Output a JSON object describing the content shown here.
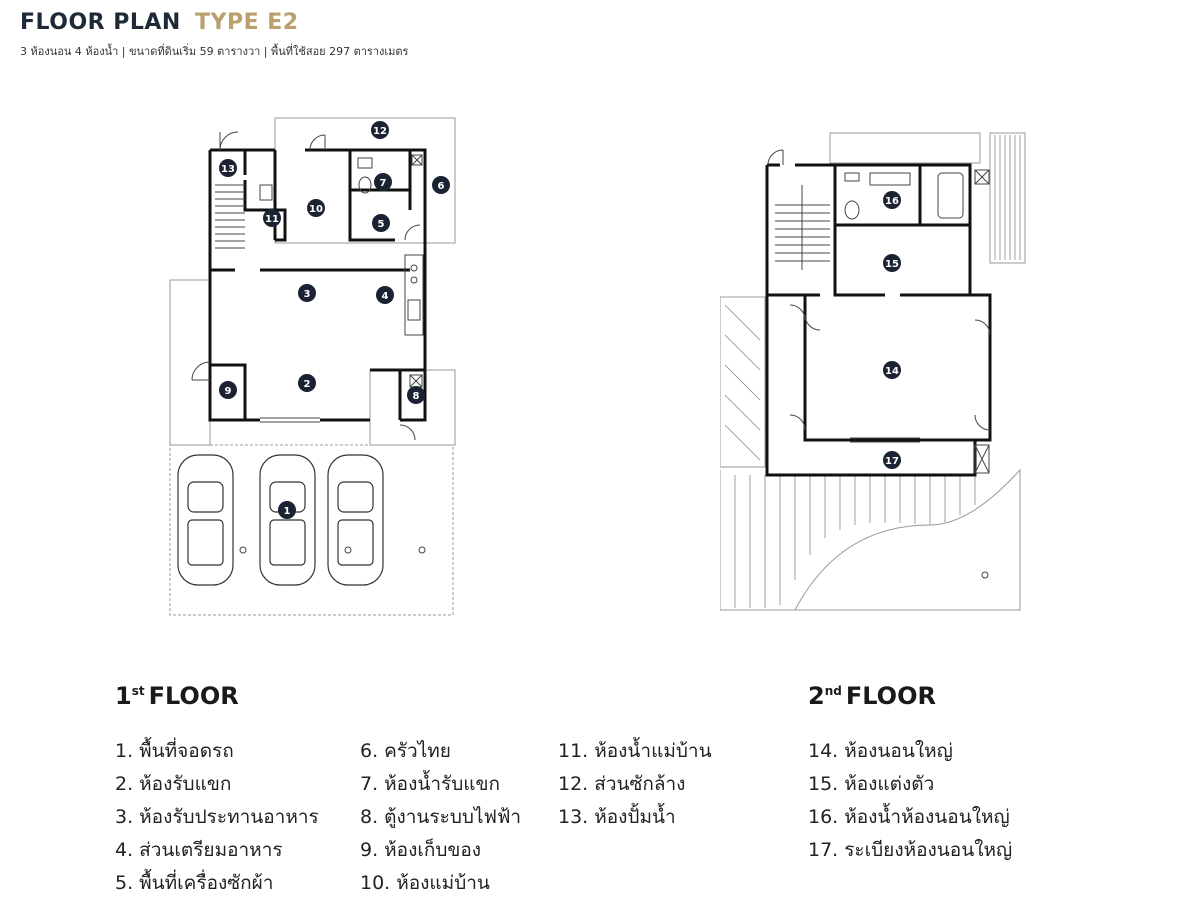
{
  "header": {
    "title_main": "FLOOR PLAN",
    "title_type": "TYPE E2",
    "subtitle": "3 ห้องนอน 4 ห้องน้ำ  |  ขนาดที่ดินเริ่ม 59 ตารางวา  |  พื้นที่ใช้สอย 297 ตารางเมตร"
  },
  "floors": {
    "first": {
      "label_num": "1",
      "label_sup": "st",
      "label_text": "FLOOR"
    },
    "second": {
      "label_num": "2",
      "label_sup": "nd",
      "label_text": "FLOOR"
    }
  },
  "markers": {
    "m1": "1",
    "m2": "2",
    "m3": "3",
    "m4": "4",
    "m5": "5",
    "m6": "6",
    "m7": "7",
    "m8": "8",
    "m9": "9",
    "m10": "10",
    "m11": "11",
    "m12": "12",
    "m13": "13",
    "m14": "14",
    "m15": "15",
    "m16": "16",
    "m17": "17"
  },
  "legend": {
    "col1": [
      {
        "num": "1.",
        "text": "พื้นที่จอดรถ"
      },
      {
        "num": "2.",
        "text": "ห้องรับแขก"
      },
      {
        "num": "3.",
        "text": "ห้องรับประทานอาหาร"
      },
      {
        "num": "4.",
        "text": "ส่วนเตรียมอาหาร"
      },
      {
        "num": "5.",
        "text": "พื้นที่เครื่องซักผ้า"
      }
    ],
    "col2": [
      {
        "num": "6.",
        "text": "ครัวไทย"
      },
      {
        "num": "7.",
        "text": "ห้องน้ำรับแขก"
      },
      {
        "num": "8.",
        "text": "ตู้งานระบบไฟฟ้า"
      },
      {
        "num": "9.",
        "text": "ห้องเก็บของ"
      },
      {
        "num": "10.",
        "text": "ห้องแม่บ้าน"
      }
    ],
    "col3": [
      {
        "num": "11.",
        "text": "ห้องน้ำแม่บ้าน"
      },
      {
        "num": "12.",
        "text": "ส่วนซักล้าง"
      },
      {
        "num": "13.",
        "text": "ห้องปั้มน้ำ"
      }
    ],
    "col4": [
      {
        "num": "14.",
        "text": "ห้องนอนใหญ่"
      },
      {
        "num": "15.",
        "text": "ห้องแต่งตัว"
      },
      {
        "num": "16.",
        "text": "ห้องน้ำห้องนอนใหญ่"
      },
      {
        "num": "17.",
        "text": "ระเบียงห้องนอนใหญ่"
      }
    ]
  }
}
